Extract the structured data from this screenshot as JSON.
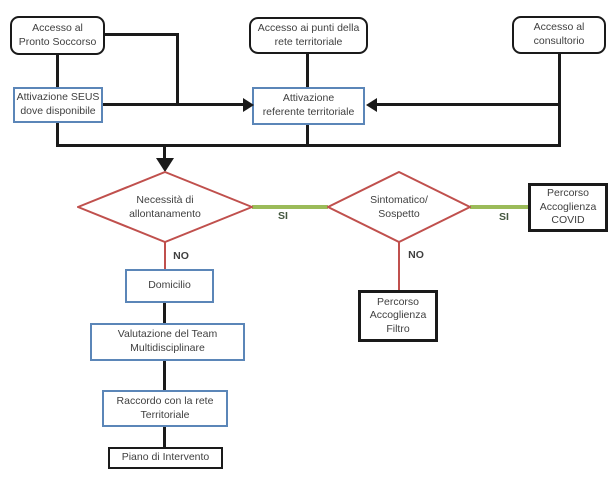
{
  "colors": {
    "black": "#1a1a1a",
    "blue": "#5b86b8",
    "red": "#c0504d",
    "green": "#9bbb59",
    "text": "#3f3f3f",
    "si": "#44573f"
  },
  "nodes": {
    "pronto": {
      "label": "Accesso al\nPronto Soccorso"
    },
    "rete": {
      "label": "Accesso ai punti della\nrete territoriale"
    },
    "consultorio": {
      "label": "Accesso al\nconsultorio"
    },
    "seus": {
      "label": "Attivazione SEUS\ndove disponibile"
    },
    "referente": {
      "label": "Attivazione\nreferente territoriale"
    },
    "necessita": {
      "label": "Necessità di\nallontanamento"
    },
    "sintomatico": {
      "label": "Sintomatico/\nSospetto"
    },
    "covid": {
      "label": "Percorso\nAccoglienza\nCOVID"
    },
    "filtro": {
      "label": "Percorso\nAccoglienza\nFiltro"
    },
    "domicilio": {
      "label": "Domicilio"
    },
    "valutazione": {
      "label": "Valutazione del Team\nMultidisciplinare"
    },
    "raccordo": {
      "label": "Raccordo con la rete\nTerritoriale"
    },
    "piano": {
      "label": "Piano di Intervento"
    }
  },
  "edge_labels": {
    "si1": "SI",
    "si2": "SI",
    "no1": "NO",
    "no2": "NO"
  }
}
